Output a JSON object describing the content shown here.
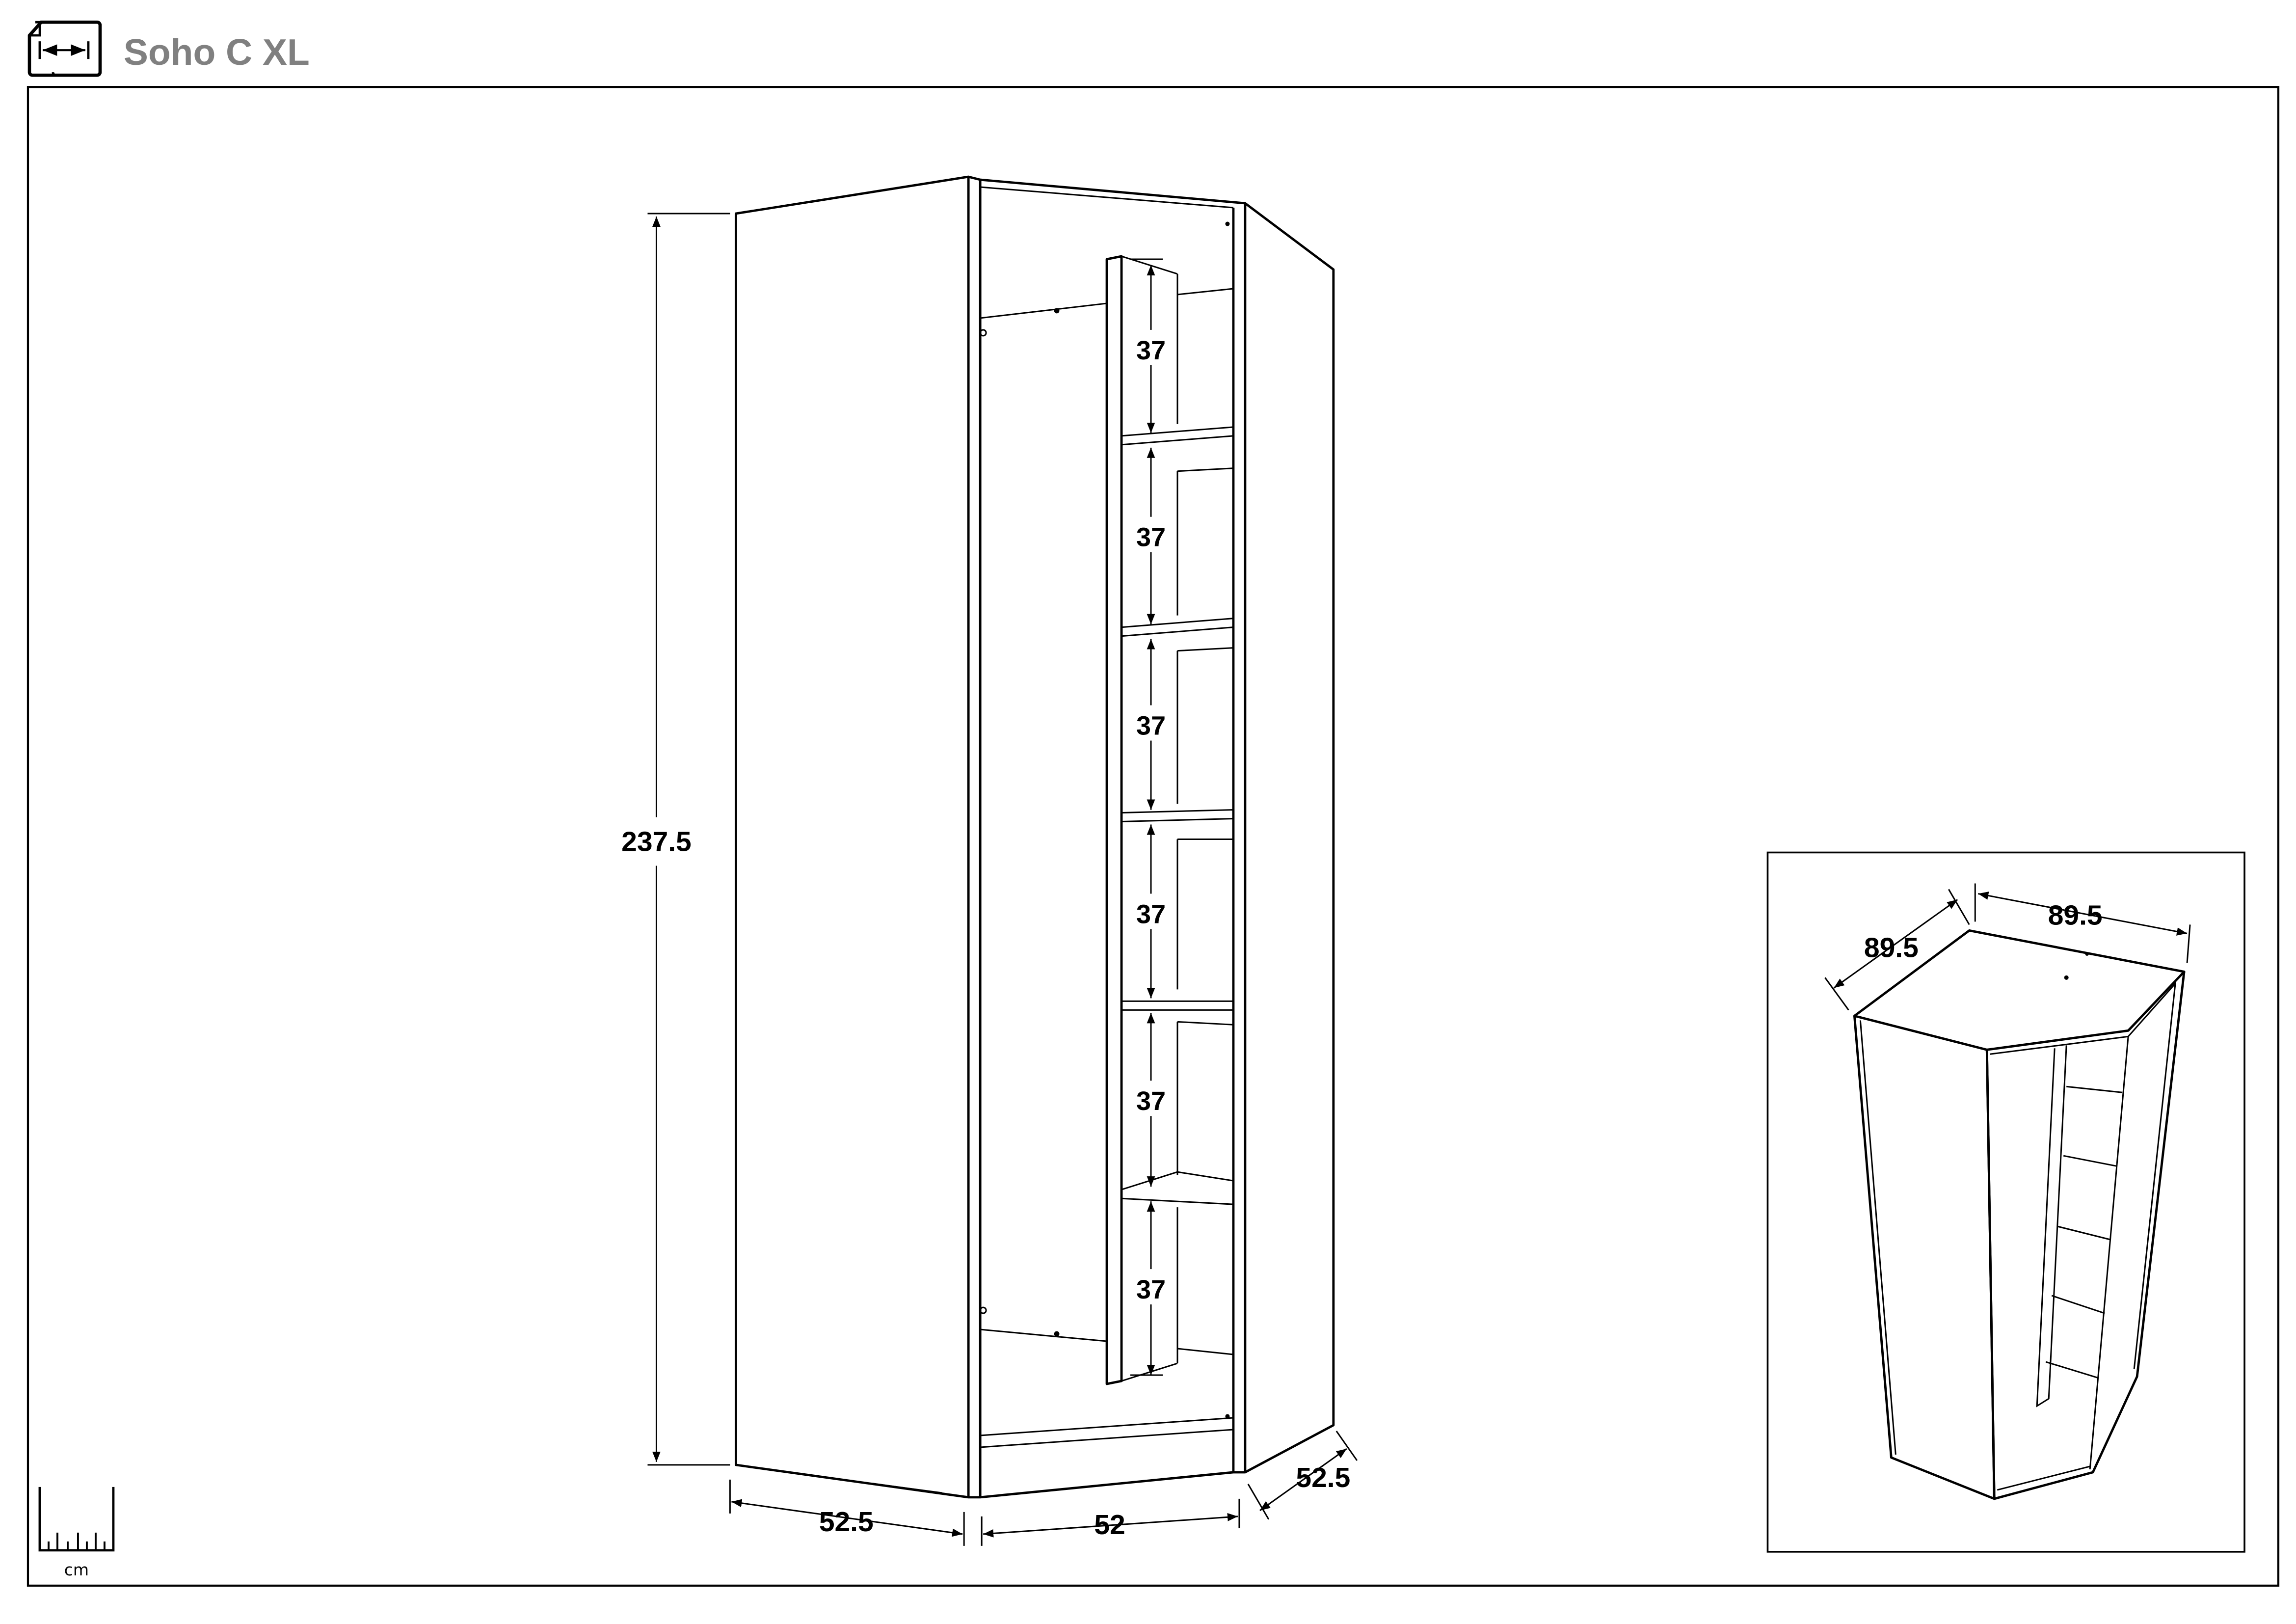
{
  "header": {
    "title": "Soho C XL",
    "icon": "dimensions-document-icon"
  },
  "main_view": {
    "height": "237.5",
    "depth_left": "52.5",
    "front_width": "52",
    "depth_right": "52.5",
    "shelf_spacings": [
      "37",
      "37",
      "37",
      "37",
      "37",
      "37"
    ]
  },
  "inset_view": {
    "width_left": "89.5",
    "width_right": "89.5"
  },
  "scale": {
    "unit": "cm",
    "icon": "ruler-icon"
  }
}
